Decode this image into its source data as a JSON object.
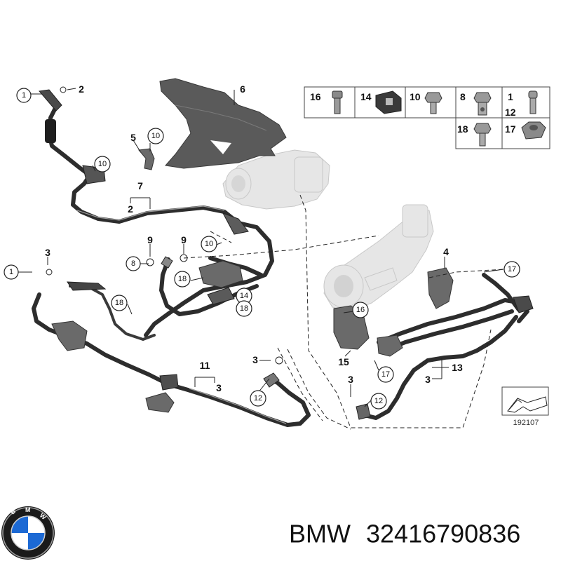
{
  "diagram": {
    "callouts": {
      "c1a": "1",
      "c2a": "2",
      "c6": "6",
      "c5": "5",
      "c10a": "10",
      "c10b": "10",
      "c7": "7",
      "c2b": "2",
      "c9a": "9",
      "c9b": "9",
      "c10c": "10",
      "c8": "8",
      "c18a": "18",
      "c3a": "3",
      "c1b": "1",
      "c18b": "18",
      "c14": "14",
      "c18c": "18",
      "c4": "4",
      "c17a": "17",
      "c16": "16",
      "c15": "15",
      "c17b": "17",
      "c13": "13",
      "c3b": "3",
      "c11": "11",
      "c3c": "3",
      "c3d": "3",
      "c12a": "12",
      "c3e": "3",
      "c12b": "12"
    },
    "parts_table": [
      {
        "num": "16"
      },
      {
        "num": "14"
      },
      {
        "num": "10"
      },
      {
        "num": "8"
      },
      {
        "num": "1",
        "num2": "12"
      },
      {
        "num": "18"
      },
      {
        "num": "17"
      }
    ],
    "reference_number": "192107"
  },
  "footer": {
    "brand": "BMW",
    "part_number": "32416790836",
    "logo_letters": "BMW"
  }
}
